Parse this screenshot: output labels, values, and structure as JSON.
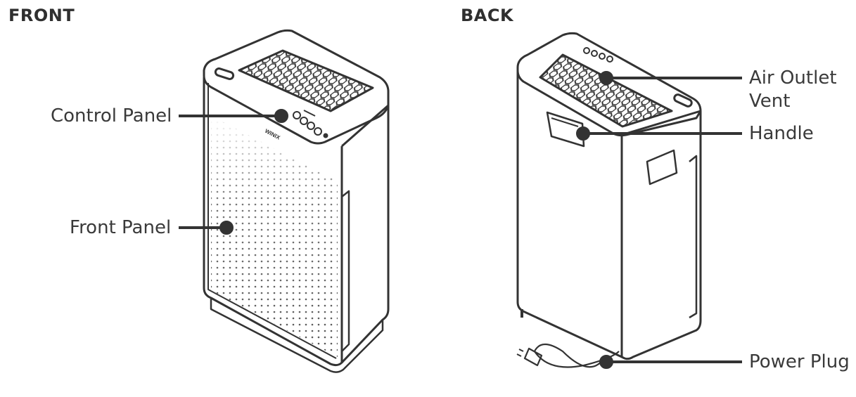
{
  "front": {
    "title": "FRONT",
    "brand": "WINIX",
    "labels": {
      "control_panel": "Control Panel",
      "front_panel": "Front Panel"
    }
  },
  "back": {
    "title": "BACK",
    "labels": {
      "air_outlet_vent_line1": "Air Outlet",
      "air_outlet_vent_line2": "Vent",
      "handle": "Handle",
      "power_plug": "Power Plug"
    }
  },
  "colors": {
    "line": "#333333",
    "text": "#3a3a3a",
    "background": "#ffffff"
  }
}
